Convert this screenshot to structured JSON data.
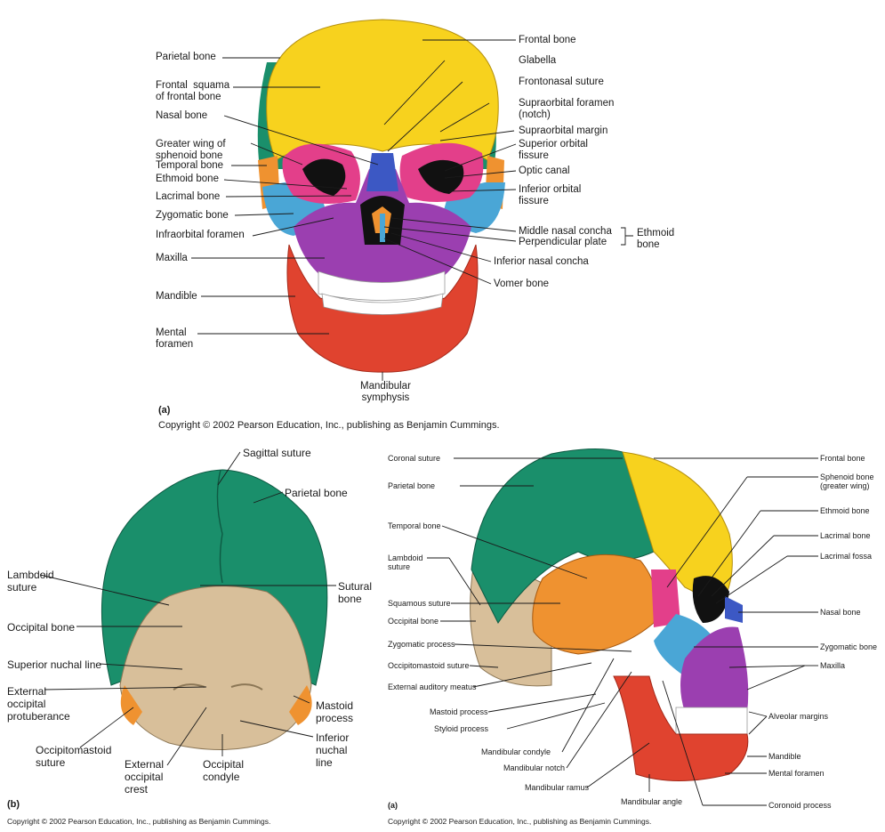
{
  "panel_a1": {
    "letter": "(a)",
    "copyright": "Copyright © 2002 Pearson Education, Inc., publishing as Benjamin Cummings.",
    "left_labels": [
      "Parietal bone",
      "Frontal  squama\nof frontal bone",
      "Nasal bone",
      "Greater wing of\nsphenoid bone",
      "Temporal bone",
      "Ethmoid bone",
      "Lacrimal bone",
      "Zygomatic bone",
      "Infraorbital foramen",
      "Maxilla",
      "Mandible",
      "Mental\nforamen"
    ],
    "right_labels": [
      "Frontal bone",
      "Glabella",
      "Frontonasal suture",
      "Supraorbital foramen\n(notch)",
      "Supraorbital margin",
      "Superior orbital\nfissure",
      "Optic canal",
      "Inferior orbital\nfissure",
      "Middle nasal concha",
      "Perpendicular plate",
      "Inferior nasal concha",
      "Vomer bone"
    ],
    "bracket_label": "Ethmoid\nbone",
    "bottom_label": "Mandibular\nsymphysis"
  },
  "panel_b": {
    "letter": "(b)",
    "copyright": "Copyright © 2002 Pearson Education, Inc., publishing as Benjamin Cummings.",
    "labels": [
      "Sagittal suture",
      "Parietal bone",
      "Lambdoid\nsuture",
      "Sutural\nbone",
      "Occipital bone",
      "Superior nuchal line",
      "External\noccipital\nprotuberance",
      "Mastoid\nprocess",
      "Occipitomastoid\nsuture",
      "External\noccipital\ncrest",
      "Occipital\ncondyle",
      "Inferior\nnuchal\nline"
    ]
  },
  "panel_a2": {
    "letter": "(a)",
    "copyright": "Copyright © 2002 Pearson Education, Inc., publishing as Benjamin Cummings.",
    "left_labels": [
      "Coronal suture",
      "Parietal bone",
      "Temporal bone",
      "Lambdoid\nsuture",
      "Squamous suture",
      "Occipital bone",
      "Zygomatic process",
      "Occipitomastoid suture",
      "External auditory meatus",
      "Mastoid process",
      "Styloid process",
      "Mandibular condyle",
      "Mandibular notch",
      "Mandibular ramus",
      "Mandibular angle"
    ],
    "right_labels": [
      "Frontal bone",
      "Sphenoid bone\n(greater wing)",
      "Ethmoid bone",
      "Lacrimal bone",
      "Lacrimal fossa",
      "Nasal bone",
      "Zygomatic bone",
      "Maxilla",
      "Alveolar margins",
      "Mandible",
      "Mental foramen",
      "Coronoid process"
    ]
  },
  "colors": {
    "frontal": "#f7d21e",
    "parietal": "#1a8f6b",
    "temporal": "#ef9230",
    "sphenoid": "#e33f8a",
    "zygomatic": "#4aa6d6",
    "maxilla": "#9b3fb0",
    "mandible": "#e0432f",
    "occipital": "#d8bf9a",
    "nasal": "#3c58c4",
    "teeth": "#ffffff",
    "line": "#1a1a1a"
  }
}
